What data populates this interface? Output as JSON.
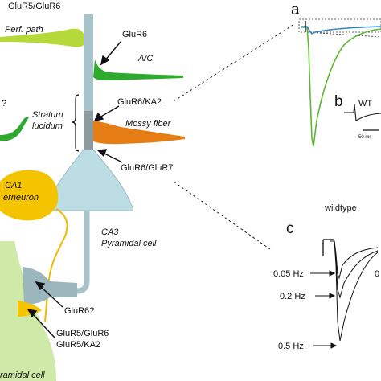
{
  "colors": {
    "perforant": "#b6d93a",
    "ac": "#2eab2e",
    "mossy": "#e57c14",
    "ca3_cell": "#bcdde3",
    "ca3_cell_stroke": "#7fa9b2",
    "dendrite": "#a7c2c8",
    "sl_segment": "#8a9a9d",
    "interneuron": "#f5c400",
    "ca1_cell": "#cfeaa8",
    "trace_green": "#5cb82e",
    "trace_blue": "#2f7fc1"
  },
  "labels": {
    "top_left_receptor": "GluR5/GluR6",
    "perforant_path": "Perf. path",
    "receptor_glur6": "GluR6",
    "ac": "A/C",
    "partial_q": "?",
    "stratum": "Stratum",
    "lucidum": "lucidum",
    "receptor_glur6_ka2": "GluR6/KA2",
    "mossy_fiber": "Mossy fiber",
    "receptor_glur6_glur7": "GluR6/GluR7",
    "ca1_line1": "CA1",
    "ca1_line2": "erneuron",
    "ca3_line1": "CA3",
    "ca3_line2": "Pyramidal cell",
    "receptor_glur6_q": "GluR6?",
    "receptor_glur5_glur6": "GluR5/GluR6",
    "receptor_glur5_ka2": "GluR5/KA2",
    "bottom_cell": "ramidal cell"
  },
  "panels": {
    "a": {
      "letter": "a"
    },
    "b": {
      "letter": "b",
      "trace_label": "WT",
      "scale_label": "50 ms"
    },
    "c": {
      "letter": "c",
      "title": "wildtype",
      "freq_1": "0.05 Hz",
      "freq_2": "0.2 Hz",
      "freq_3": "0.5 Hz",
      "edge_mark": "0"
    }
  }
}
